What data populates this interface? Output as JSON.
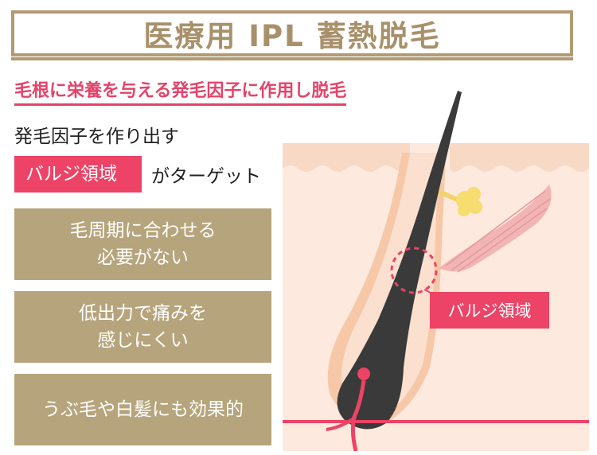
{
  "title": "医療用 IPL 蓄熱脱毛",
  "subtitle": "毛根に栄養を与える発毛因子に作用し脱毛",
  "intro_line": "発毛因子を作り出す",
  "target": {
    "tag": "バルジ領域",
    "suffix": "がターゲット"
  },
  "features": [
    {
      "lines": [
        "毛周期に合わせる",
        "必要がない"
      ]
    },
    {
      "lines": [
        "低出力で痛みを",
        "感じにくい"
      ]
    },
    {
      "lines": [
        "うぶ毛や白髪にも効果的"
      ]
    }
  ],
  "diagram": {
    "callout_label": "バルジ領域"
  },
  "colors": {
    "gold": "#b29a72",
    "pink": "#ec4366",
    "feature_bg": "#b6a47c",
    "skin": "#fce8dc",
    "hair": "#3a3a3a"
  }
}
